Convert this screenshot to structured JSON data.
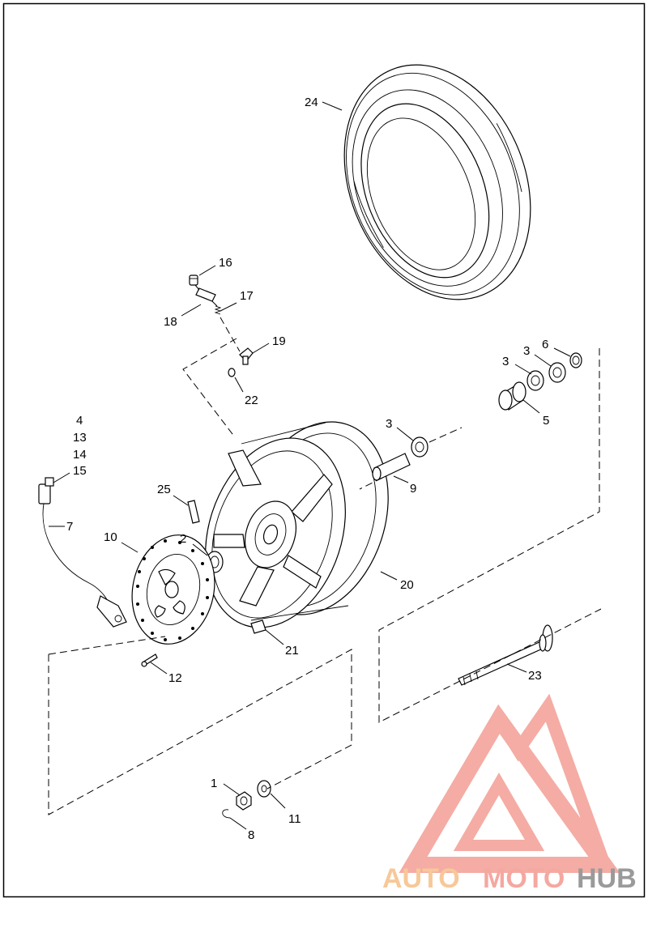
{
  "callouts": [
    {
      "id": "c24",
      "label": "24"
    },
    {
      "id": "c16",
      "label": "16"
    },
    {
      "id": "c17",
      "label": "17"
    },
    {
      "id": "c18",
      "label": "18"
    },
    {
      "id": "c19",
      "label": "19"
    },
    {
      "id": "c22",
      "label": "22"
    },
    {
      "id": "c3a",
      "label": "3"
    },
    {
      "id": "c3b",
      "label": "3"
    },
    {
      "id": "c6",
      "label": "6"
    },
    {
      "id": "c5",
      "label": "5"
    },
    {
      "id": "c3c",
      "label": "3"
    },
    {
      "id": "c9",
      "label": "9"
    },
    {
      "id": "c4",
      "label": "4"
    },
    {
      "id": "c13",
      "label": "13"
    },
    {
      "id": "c14",
      "label": "14"
    },
    {
      "id": "c15",
      "label": "15"
    },
    {
      "id": "c7",
      "label": "7"
    },
    {
      "id": "c25",
      "label": "25"
    },
    {
      "id": "c10",
      "label": "10"
    },
    {
      "id": "c2",
      "label": "2"
    },
    {
      "id": "c20",
      "label": "20"
    },
    {
      "id": "c21",
      "label": "21"
    },
    {
      "id": "c12",
      "label": "12"
    },
    {
      "id": "c23",
      "label": "23"
    },
    {
      "id": "c1",
      "label": "1"
    },
    {
      "id": "c11",
      "label": "11"
    },
    {
      "id": "c8",
      "label": "8"
    }
  ],
  "watermark": {
    "part1": "AUTO",
    "part2": "MOTO",
    "part3": "HUB",
    "color_primary": "#f4a8a0",
    "color_secondary": "#f7c898",
    "color_tertiary": "#9a9a9a"
  }
}
